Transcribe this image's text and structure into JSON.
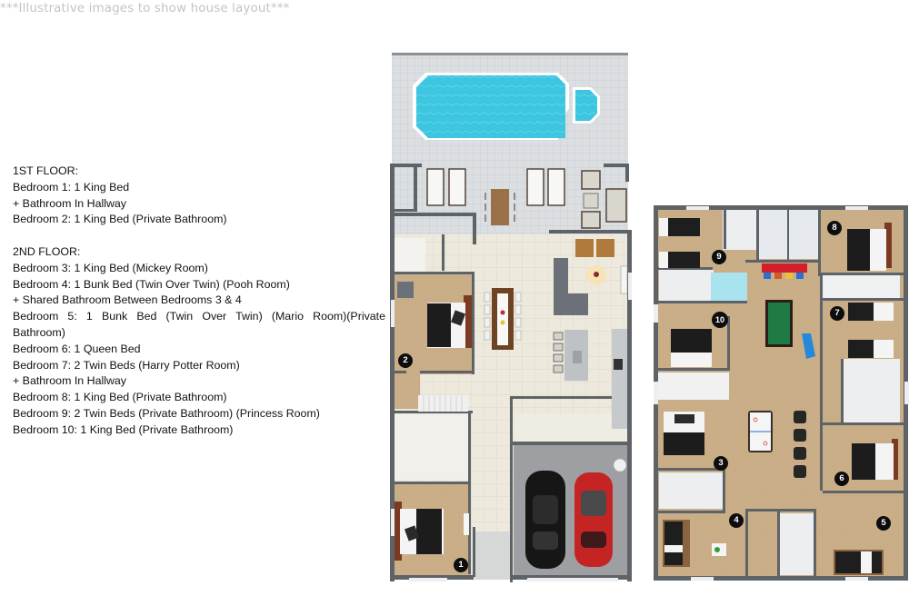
{
  "disclaimer": "***Illustrative images to show house layout***",
  "description": {
    "first_floor": {
      "heading": "1ST FLOOR:",
      "lines": [
        "Bedroom 1: 1 King Bed",
        "+ Bathroom In Hallway",
        "Bedroom 2: 1 King Bed (Private Bathroom)"
      ]
    },
    "second_floor": {
      "heading": "2ND FLOOR:",
      "lines": [
        "Bedroom 3: 1 King Bed (Mickey Room)",
        "Bedroom 4: 1 Bunk Bed (Twin Over Twin) (Pooh Room)",
        "+ Shared Bathroom Between Bedrooms 3 & 4",
        "Bedroom 5: 1 Bunk Bed (Twin Over Twin) (Mario Room)(Private Bathroom)",
        "Bedroom 6: 1 Queen Bed",
        "Bedroom 7: 2 Twin Beds (Harry Potter Room)",
        "+ Bathroom In Hallway",
        "Bedroom 8: 1 King Bed (Private Bathroom)",
        "Bedroom 9: 2 Twin Beds (Private Bathroom) (Princess Room)",
        "Bedroom 10: 1 King Bed (Private Bathroom)"
      ]
    }
  },
  "floor_plans": {
    "first_floor": {
      "markers": [
        "1",
        "2"
      ],
      "features": [
        "pool",
        "spa",
        "sun-loungers",
        "outdoor-dining-table",
        "outdoor-sofa-set",
        "living-room-sectional",
        "dining-table",
        "kitchen-island",
        "staircase",
        "two-car-garage",
        "black-car",
        "red-car"
      ]
    },
    "second_floor": {
      "markers": [
        "3",
        "4",
        "5",
        "6",
        "7",
        "8",
        "9",
        "10"
      ],
      "features": [
        "pool-table",
        "air-hockey-table",
        "gaming-chairs",
        "arcade-bar",
        "slide",
        "staircase"
      ]
    }
  },
  "colors": {
    "wall": "#5e6368",
    "carpet": "#c8ad86",
    "tile": "#ebe8dc",
    "deck": "#d9dcdf",
    "pool": "#3cc6e0",
    "garage": "#9a9c9f",
    "marker": "#0d0d0d",
    "disclaimer_text": "#c4c4c4"
  }
}
